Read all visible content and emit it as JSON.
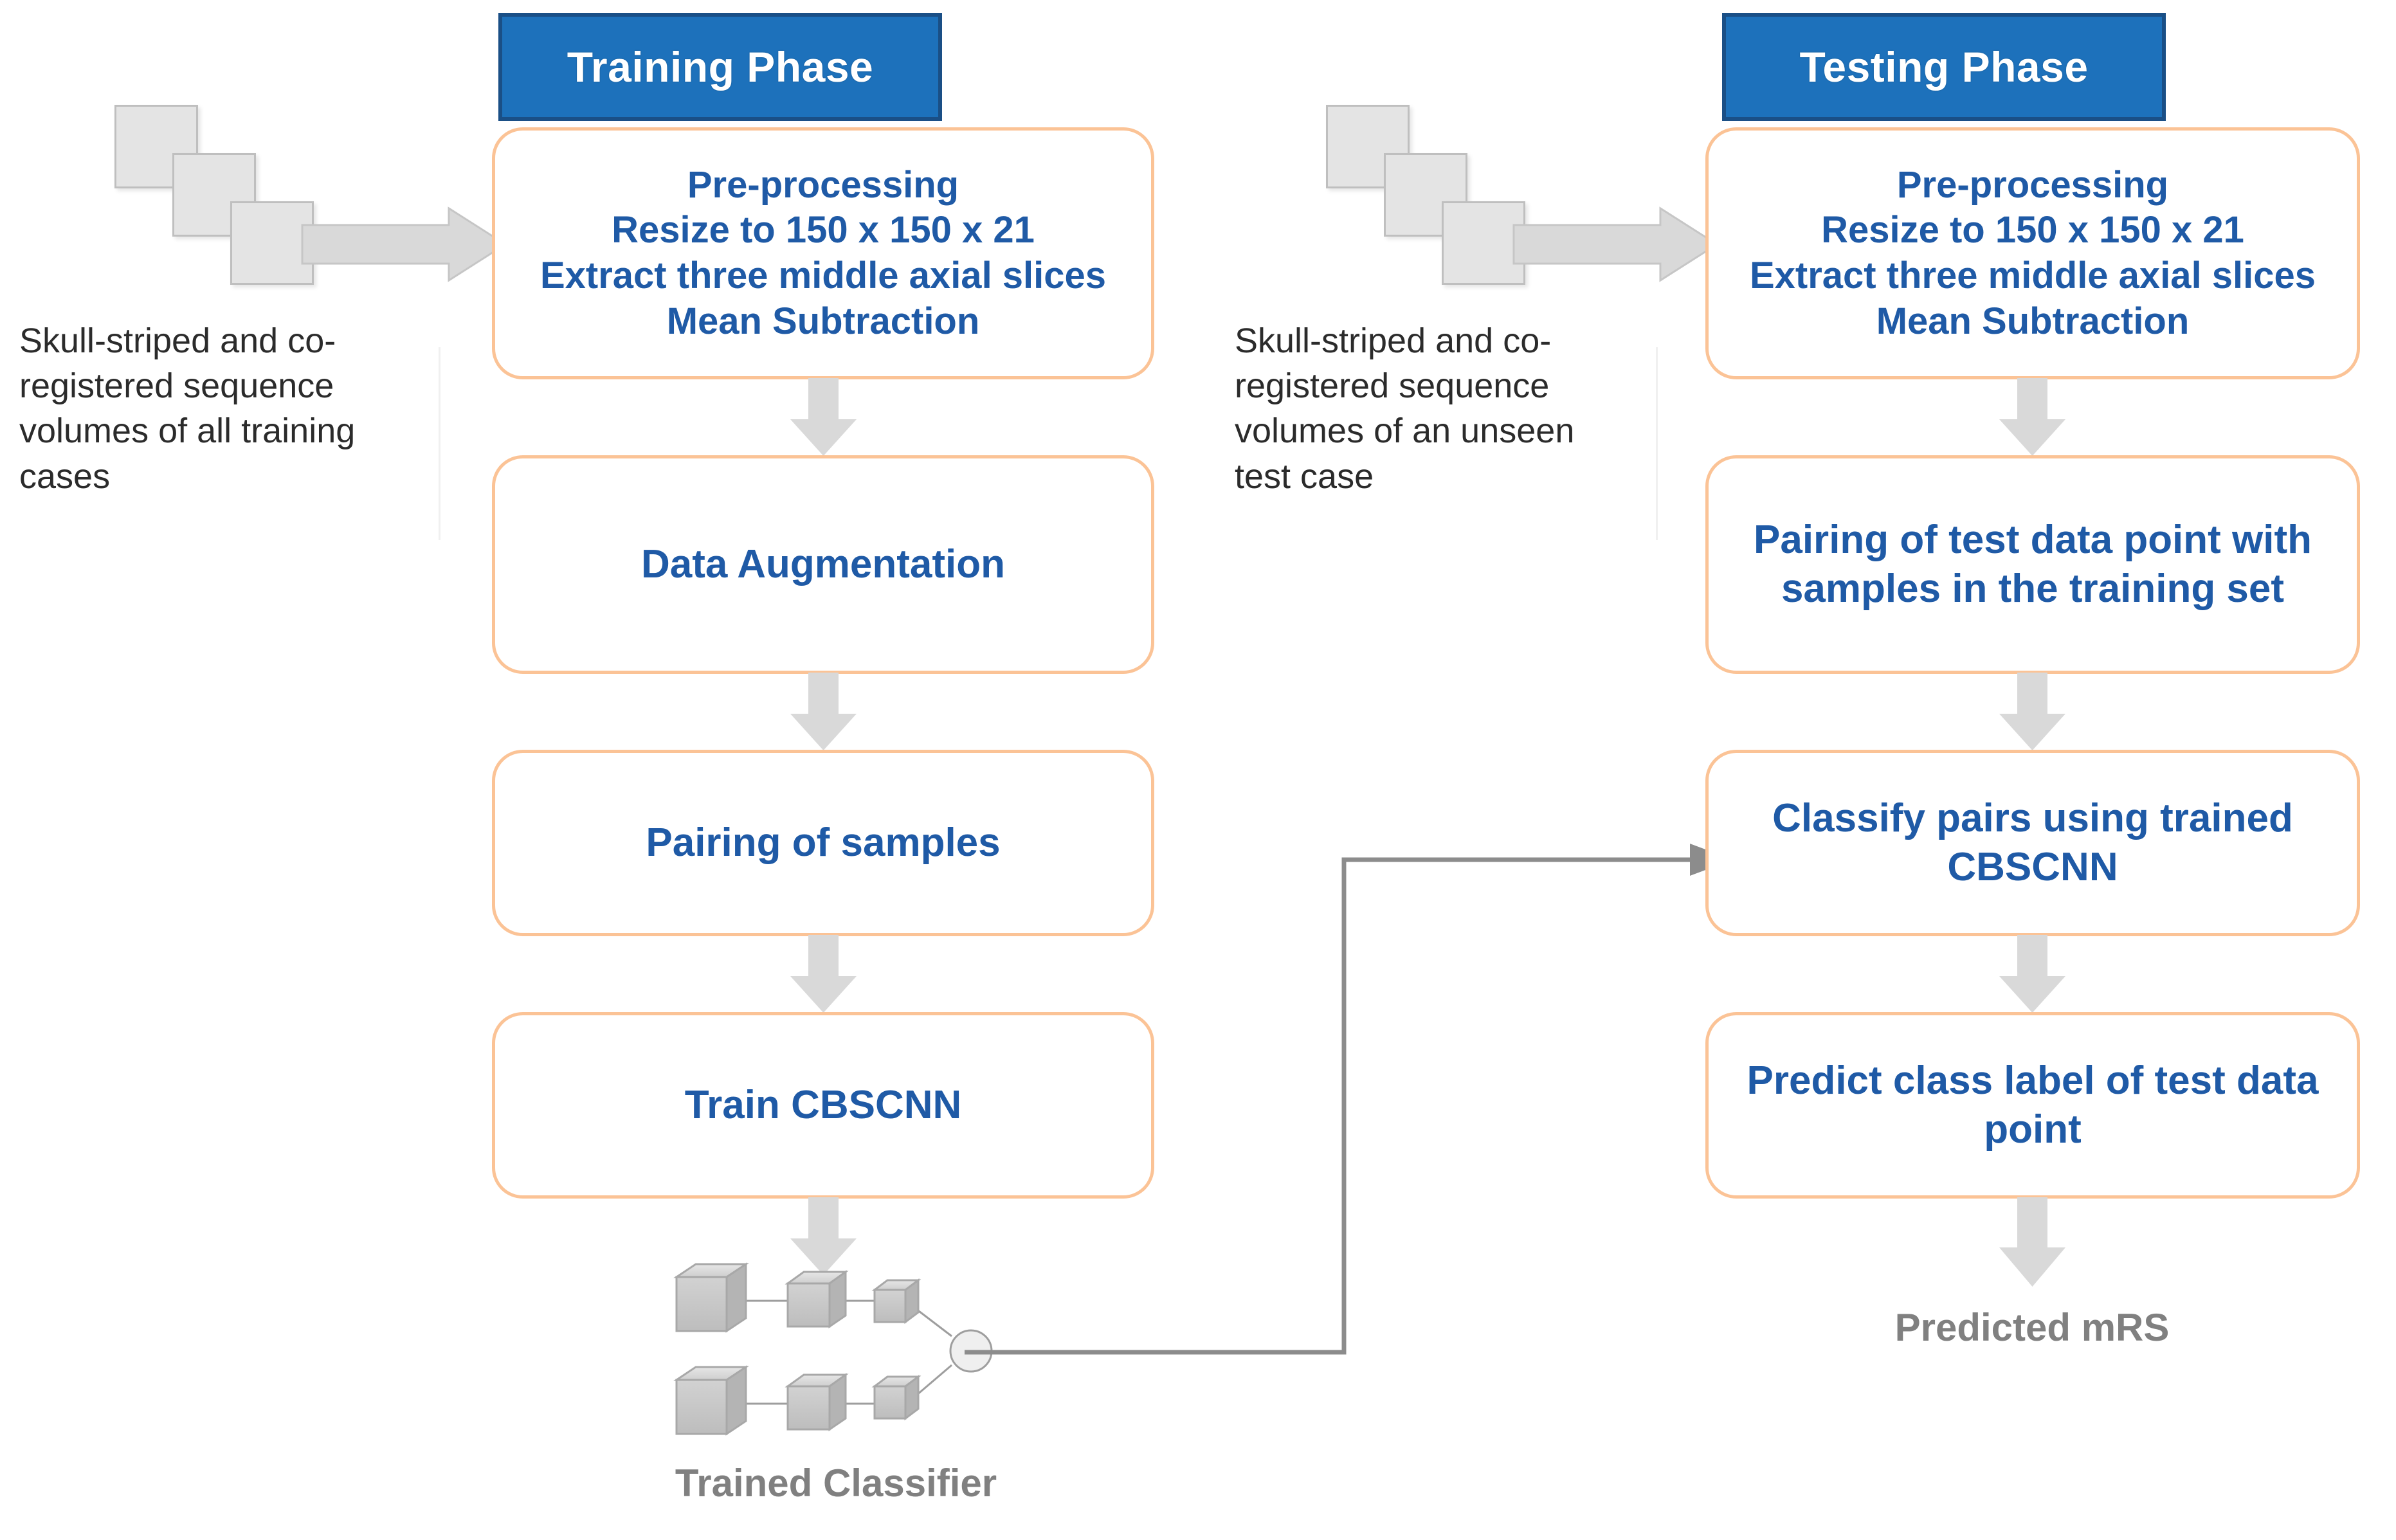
{
  "figure": {
    "title": "CBSCNN training and testing pipeline flowchart",
    "colors": {
      "banner_fill": "#1d71bb",
      "banner_border": "#1a4f86",
      "box_border": "#fbc396",
      "box_text": "#1f5aa6",
      "arrow_grey": "#d9d9d9",
      "connector_grey": "#8c8c8c",
      "caption_text": "#2b2b2b",
      "grey_label": "#808080"
    }
  },
  "training": {
    "banner": "Training Phase",
    "input_caption": "Skull-striped and co-registered sequence volumes of all training cases",
    "steps": [
      {
        "id": "preprocessing",
        "heading": "Pre-processing",
        "lines": [
          "Resize to 150 x 150 x 21",
          "Extract three middle axial slices",
          "Mean Subtraction"
        ]
      },
      {
        "id": "data-augmentation",
        "heading": "Data Augmentation",
        "lines": []
      },
      {
        "id": "pairing-of-samples",
        "heading": "Pairing of samples",
        "lines": []
      },
      {
        "id": "train-cbscnn",
        "heading": "Train CBSCNN",
        "lines": []
      }
    ],
    "classifier_label": "Trained Classifier"
  },
  "testing": {
    "banner": "Testing Phase",
    "input_caption": "Skull-striped and co-registered sequence volumes of an unseen test case",
    "steps": [
      {
        "id": "preprocessing",
        "heading": "Pre-processing",
        "lines": [
          "Resize to 150 x 150 x 21",
          "Extract three middle axial slices",
          "Mean Subtraction"
        ]
      },
      {
        "id": "pairing-test-point",
        "heading": "Pairing of test data point with samples in the training set",
        "lines": []
      },
      {
        "id": "classify-pairs",
        "heading": "Classify pairs using trained CBSCNN",
        "lines": []
      },
      {
        "id": "predict-class-label",
        "heading": "Predict class label of test data point",
        "lines": []
      }
    ],
    "output_label": "Predicted mRS"
  }
}
